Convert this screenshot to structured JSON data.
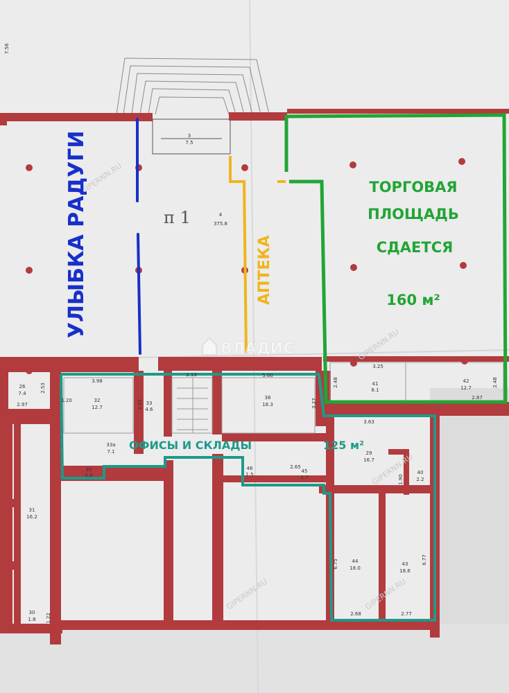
{
  "labels": {
    "ulybka": "УЛЫБКА РАДУГИ",
    "apteka": "АПТЕКА",
    "rent_l1": "ТОРГОВАЯ",
    "rent_l2": "ПЛОЩАДЬ",
    "rent_l3": "СДАЕТСЯ",
    "rent_area": "160 м²",
    "offices": "ОФИСЫ И СКЛАДЫ",
    "offices_area": "125 м²",
    "floor": "п 1",
    "watermark_vladis": "ВЛАДИС",
    "watermark_gipernn": "GIPERNN.RU",
    "corner": "7.56"
  },
  "rooms": {
    "r3_no": "3",
    "r3_area": "7.5",
    "r4_no": "4",
    "r4_area": "375.8",
    "r26_no": "26",
    "r26_area": "7.4",
    "r26_d1": "2.53",
    "r26_d2": "2.97",
    "r32_no": "32",
    "r32_area": "12.7",
    "r32_d": "3.98",
    "r33_no": "33",
    "r33_area": "4.6",
    "r33_d": "3.33",
    "r33a_no": "33а",
    "r33a_area": "7.1",
    "r35_no": "35",
    "r35_area": "2.0",
    "r38_no": "38",
    "r38_area": "18.3",
    "r38_d": "5.60",
    "r41_no": "41",
    "r41_area": "8.1",
    "r41_d1": "3.25",
    "r41_d2": "2.48",
    "r42_no": "42",
    "r42_area": "12.7",
    "r42_d1": "2.87",
    "r42_d2": "2.48",
    "r29_no": "29",
    "r29_area": "16.7",
    "r29_d": "3.63",
    "r40_no": "40",
    "r40_area": "2.2",
    "r45_no": "45",
    "r45_area": "2.7",
    "r45_d": "2.65",
    "r46_no": "46",
    "r46_area": "1.5",
    "r31_no": "31",
    "r31_area": "16.2",
    "r30_no": "30",
    "r30_area": "1.8",
    "r30_d": "1.22",
    "r44_no": "44",
    "r44_area": "18.0",
    "r44_d1": "6.75",
    "r44_d2": "2.68",
    "r43_no": "43",
    "r43_area": "18.6",
    "r43_d1": "6.77",
    "r43_d2": "2.77",
    "d_stair": "2.19",
    "d_327": "3.27",
    "d_120": "1.20",
    "d_190": "1.90"
  },
  "colors": {
    "wall": "#b23b3e",
    "blue": "#1730c9",
    "yellow": "#f0b51c",
    "green": "#22a535",
    "teal": "#1e9a89",
    "paper": "#e9e9ea"
  }
}
